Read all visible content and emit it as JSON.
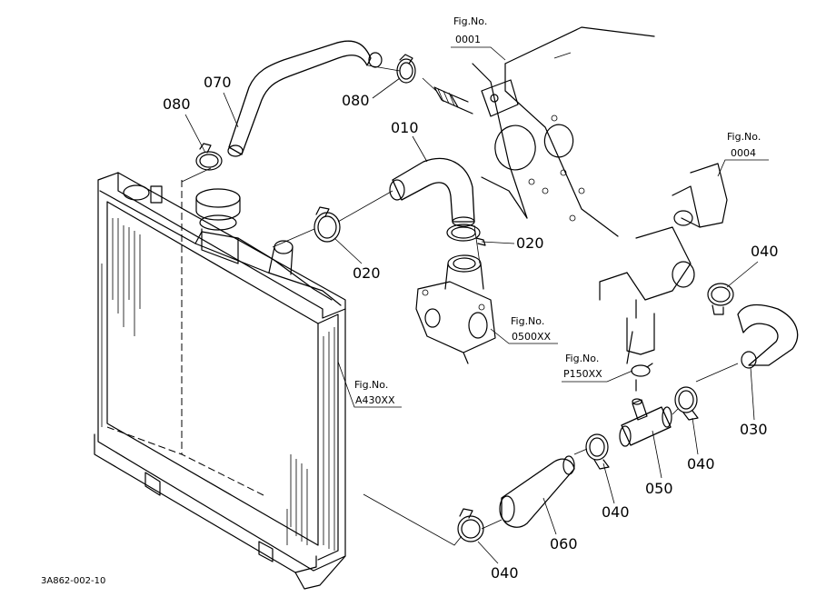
{
  "parts": {
    "p070": "070",
    "p080a": "080",
    "p080b": "080",
    "p010": "010",
    "p020a": "020",
    "p020b": "020",
    "p040a": "040",
    "p040b": "040",
    "p040c": "040",
    "p040d": "040",
    "p030": "030",
    "p050": "050",
    "p060": "060"
  },
  "figures": {
    "f0001": {
      "title": "Fig.No.",
      "num": "0001"
    },
    "f0004": {
      "title": "Fig.No.",
      "num": "0004"
    },
    "f0500": {
      "title": "Fig.No.",
      "num": "0500XX"
    },
    "fp150": {
      "title": "Fig.No.",
      "num": "P150XX"
    },
    "fa430": {
      "title": "Fig.No.",
      "num": "A430XX"
    }
  },
  "drawing_code": "3A862-002-10"
}
